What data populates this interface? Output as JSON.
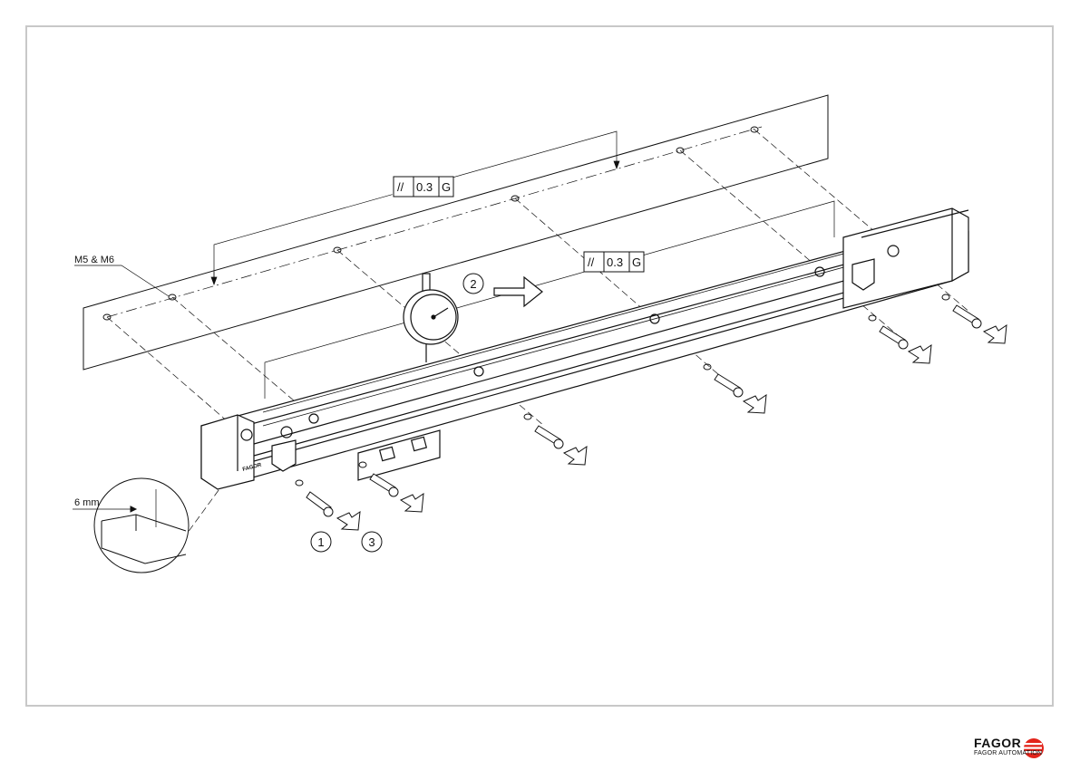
{
  "labels": {
    "screw_spec": "M5 & M6",
    "offset": "6 mm",
    "tolerance_left": {
      "symbol": "//",
      "value": "0.3",
      "datum": "G"
    },
    "tolerance_right": {
      "symbol": "//",
      "value": "0.3",
      "datum": "G"
    }
  },
  "steps": {
    "one": "1",
    "two": "2",
    "three": "3"
  },
  "brand": {
    "name": "FAGOR",
    "subtitle": "FAGOR AUTOMATION",
    "accent": "#e2231a"
  },
  "scale_badge": "FAGOR"
}
